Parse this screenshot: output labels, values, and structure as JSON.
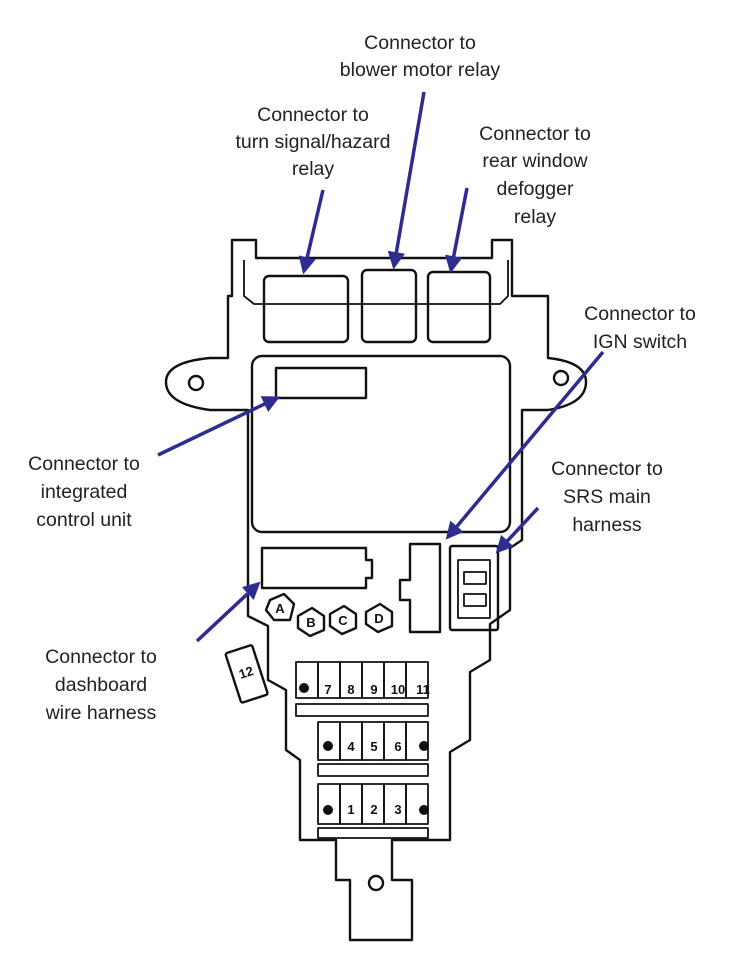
{
  "colors": {
    "arrow": "#2e2d8f",
    "label_text": "#222222",
    "outline": "#111111"
  },
  "labels": {
    "blower": [
      "Connector to",
      "blower motor relay"
    ],
    "turn_signal": [
      "Connector to",
      "turn signal/hazard",
      "relay"
    ],
    "rear_window": [
      "Connector to",
      "rear window",
      "defogger",
      "relay"
    ],
    "ign": [
      "Connector to",
      "IGN switch"
    ],
    "integrated": [
      "Connector to",
      "integrated",
      "control unit"
    ],
    "srs": [
      "Connector to",
      "SRS main",
      "harness"
    ],
    "dashboard": [
      "Connector to",
      "dashboard",
      "wire harness"
    ]
  },
  "fuse_box": {
    "fuse_letters": [
      "A",
      "B",
      "C",
      "D"
    ],
    "slot_numbers": [
      "7",
      "8",
      "9",
      "10",
      "11",
      "12",
      "4",
      "5",
      "6",
      "1",
      "2",
      "3"
    ]
  }
}
